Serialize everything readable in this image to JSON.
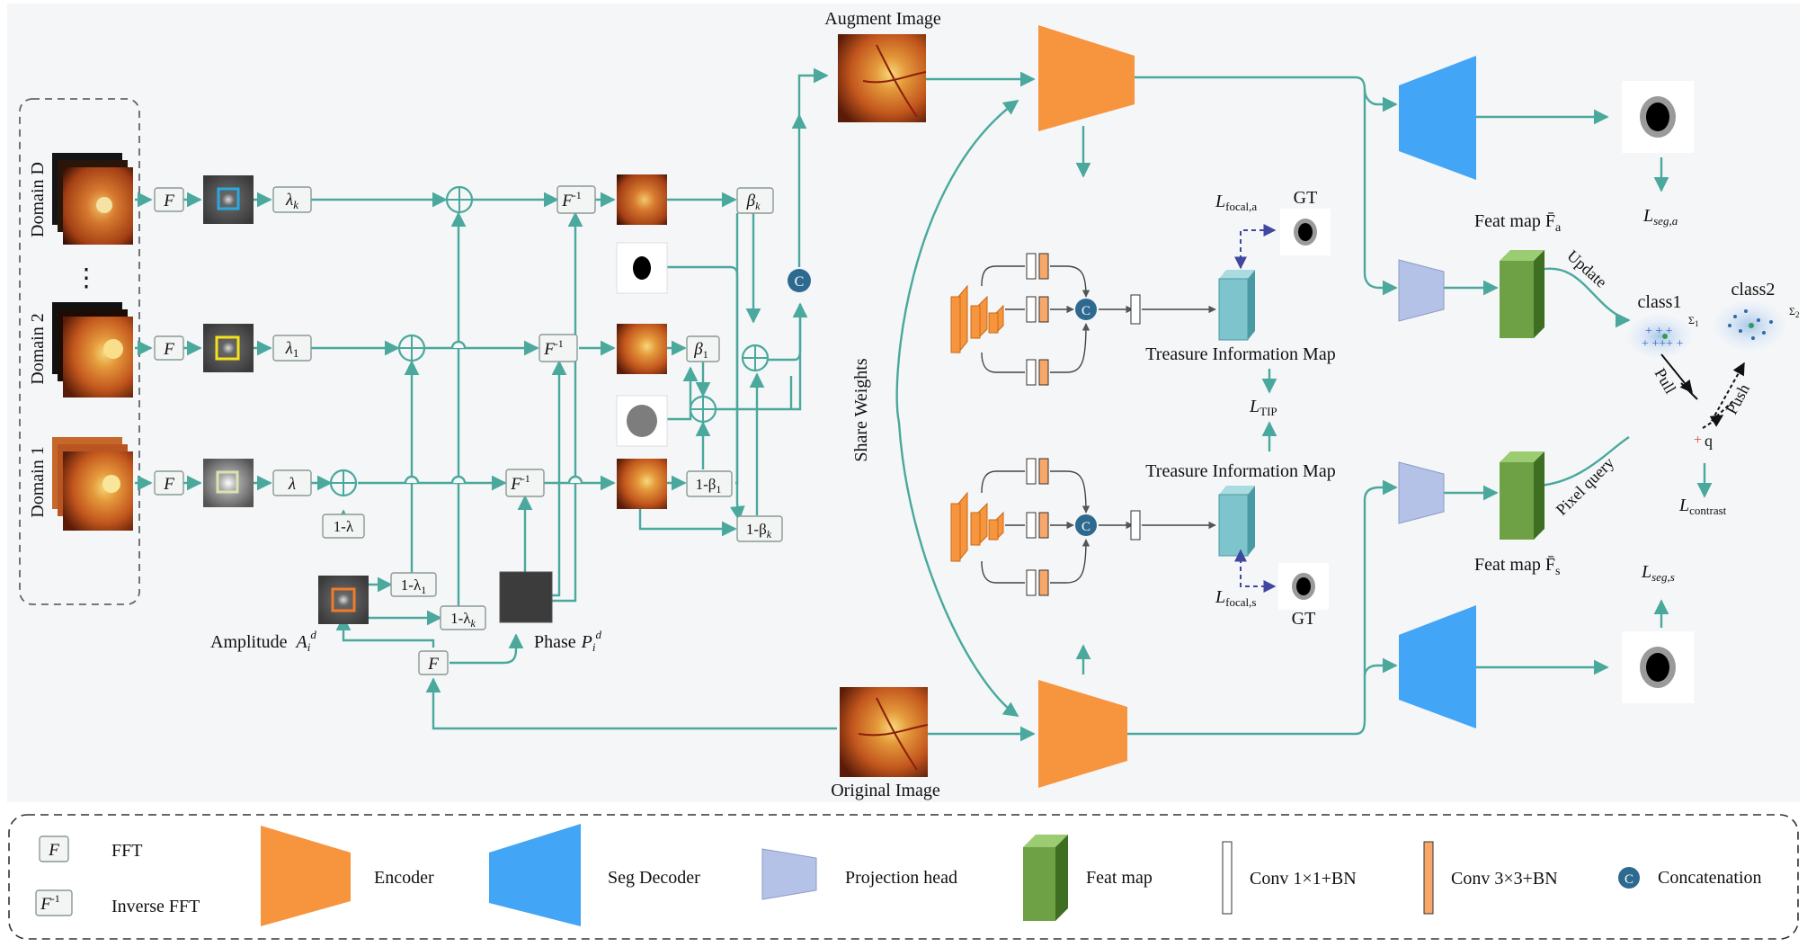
{
  "domains": {
    "d": "Domain D",
    "two": "Domain 2",
    "one": "Domain 1",
    "ellipsis": "⋮"
  },
  "ops": {
    "fft": "F",
    "ifft": "F",
    "inv_sup": "-1",
    "lambda_k": "λ",
    "k_sub": "k",
    "lambda_1": "λ",
    "one_sub": "1",
    "lambda": "λ",
    "one_minus_lambda": "1-λ",
    "one_minus_lambda_1": "1-λ",
    "one_minus_lambda_k": "1-λ",
    "beta_k": "β",
    "beta_1": "β",
    "one_minus_beta_1": "1-β",
    "one_minus_beta_k": "1-β",
    "plus": "+",
    "concat": "C"
  },
  "labels": {
    "amplitude": "Amplitude",
    "amp_sym": "A",
    "amp_sub": "i",
    "amp_sup": "d",
    "phase": "Phase",
    "phase_sym": "P",
    "phase_sub": "i",
    "phase_sup": "d",
    "augment_image": "Augment Image",
    "original_image": "Original Image",
    "share_weights": "Share Weights",
    "tim_top": "Treasure Information Map",
    "tim_bottom": "Treasure Information Map",
    "gt": "GT",
    "l_sym": "L",
    "focal_a": "focal,a",
    "focal_s": "focal,s",
    "tip": "TIP",
    "seg_a": "seg,a",
    "seg_s": "seg,s",
    "contrast": "contrast",
    "feat_map_a": "Feat map F̄",
    "fa_sub": "a",
    "feat_map_s": "Feat map F̄",
    "fs_sub": "s",
    "update": "Update",
    "pixel_query": "Pixel query",
    "class1": "class1",
    "class2": "class2",
    "sigma1": "Σ",
    "sigma1_sub": "1",
    "sigma2": "Σ",
    "sigma2_sub": "2",
    "pull": "Pull",
    "push": "Push",
    "q": "q"
  },
  "legend": {
    "fft": "FFT",
    "ifft": "Inverse FFT",
    "encoder": "Encoder",
    "seg_decoder": "Seg Decoder",
    "projection_head": "Projection head",
    "feat_map": "Feat map",
    "conv1": "Conv 1×1+BN",
    "conv3": "Conv 3×3+BN",
    "concat": "Concatenation"
  },
  "colors": {
    "flow": "#4aa89c",
    "encoder": "#f7943e",
    "decoder": "#42a5f5",
    "projection": "#b3c2e6",
    "feat_map": "#6ea046",
    "concat": "#2e6a8f",
    "tim": "#7ec4cc"
  }
}
